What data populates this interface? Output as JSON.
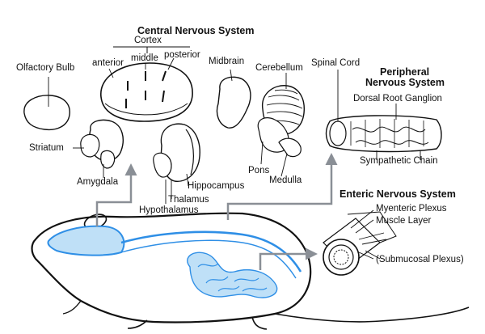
{
  "sections": {
    "cns": "Central Nervous System",
    "pns_line1": "Peripheral",
    "pns_line2": "Nervous System",
    "ens": "Enteric Nervous System"
  },
  "labels": {
    "cortex": "Cortex",
    "anterior": "anterior",
    "middle": "middle",
    "posterior": "posterior",
    "olfactory_bulb": "Olfactory Bulb",
    "striatum": "Striatum",
    "amygdala": "Amygdala",
    "midbrain": "Midbrain",
    "cerebellum": "Cerebellum",
    "pons": "Pons",
    "medulla": "Medulla",
    "hippocampus": "Hippocampus",
    "thalamus": "Thalamus",
    "hypothalamus": "Hypothalamus",
    "spinal_cord": "Spinal Cord",
    "dorsal_root_ganglion": "Dorsal Root Ganglion",
    "sympathetic_chain": "Sympathetic Chain",
    "myenteric_plexus": "Myenteric Plexus",
    "muscle_layer": "Muscle Layer",
    "submucosal_plexus": "(Submucosal Plexus)"
  },
  "colors": {
    "nervous_blue": "#2f8fe6",
    "nervous_fill": "#bfe0f7",
    "arrow_gray": "#8a8f96",
    "outline": "#111111"
  }
}
